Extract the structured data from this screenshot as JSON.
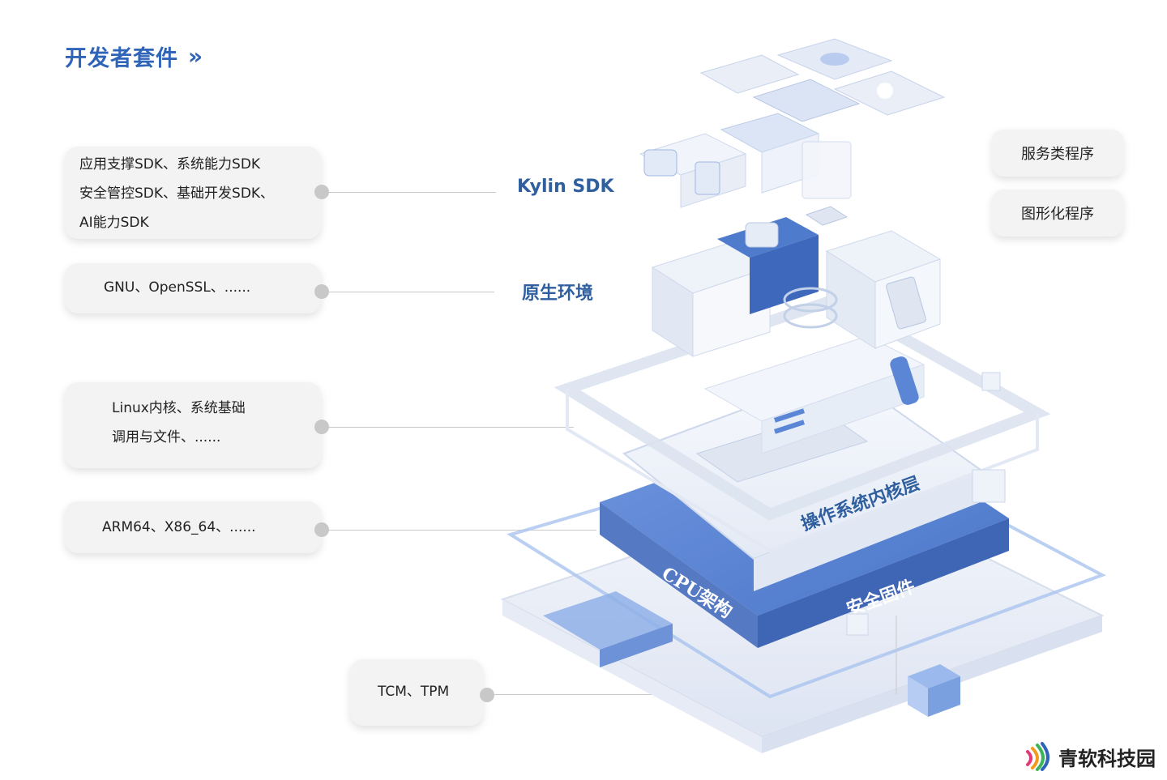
{
  "header": {
    "title": "开发者套件",
    "chevrons": "»"
  },
  "left_cards": [
    {
      "lines": [
        "应用支撑SDK、系统能力SDK",
        "安全管控SDK、基础开发SDK、",
        "AI能力SDK"
      ]
    },
    {
      "lines": [
        "GNU、OpenSSL、......"
      ]
    },
    {
      "lines": [
        "Linux内核、系统基础",
        "调用与文件、......"
      ]
    },
    {
      "lines": [
        "ARM64、X86_64、......"
      ]
    },
    {
      "lines": [
        "TCM、TPM"
      ]
    }
  ],
  "layer_labels": {
    "sdk": "Kylin SDK",
    "native": "原生环境",
    "kernel": "操作系统内核层",
    "cpu": "CPU架构",
    "firmware": "安全固件"
  },
  "right_cards": [
    "服务类程序",
    "图形化程序"
  ],
  "watermark": {
    "text": "青软科技园"
  },
  "colors": {
    "accent_blue": "#2f64b8",
    "label_blue": "#2f5f9e",
    "layer_blue": "#5b86d6",
    "card_bg": "#f3f3f3"
  }
}
